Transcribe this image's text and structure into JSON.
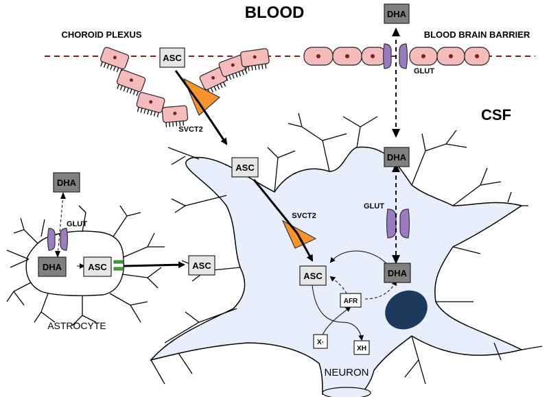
{
  "labels": {
    "blood": "BLOOD",
    "csf": "CSF",
    "choroid_plexus": "CHOROID PLEXUS",
    "blood_brain_barrier": "BLOOD BRAIN BARRIER",
    "astrocyte": "ASTROCYTE",
    "neuron": "NEURON"
  },
  "molecules": {
    "asc": "ASC",
    "dha": "DHA",
    "afr": "AFR",
    "x_radical": "X·",
    "xh": "XH"
  },
  "transporters": {
    "glut": "GLUT",
    "svct2": "SVCT2"
  },
  "colors": {
    "membrane": "#8b1a1a",
    "epithelial_cell": "#f6bcbc",
    "glut": "#9b7cc0",
    "svct2": "#f7942d",
    "neuron_fill": "#e8eefb",
    "nucleus": "#1d3a5c",
    "box_light": "#e6e6e6",
    "box_dark": "#808080"
  }
}
